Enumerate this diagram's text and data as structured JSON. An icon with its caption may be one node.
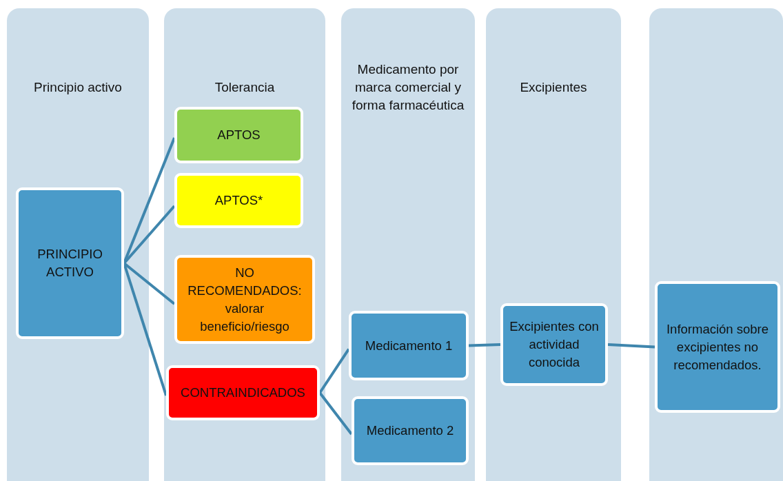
{
  "diagram": {
    "nodes": [
      {
        "text": [
          "Principio activo"
        ]
      },
      {
        "text": [
          "PRINCIPIO ACTIVO"
        ],
        "in": 0
      },
      {
        "text": [
          "Tolerancia"
        ]
      },
      {
        "text": [
          "APTOS"
        ],
        "in": 2
      },
      {
        "text": [
          "APTOS*"
        ],
        "in": 2
      },
      {
        "text": [
          "NO RECOMENDADOS: valorar beneficio/riesgo"
        ],
        "in": 2
      },
      {
        "text": [
          "CONTRAINDICADOS"
        ],
        "in": 2
      },
      {
        "text": [
          "Medicamento por marca comercial  y forma farmacéutica"
        ]
      },
      {
        "text": [
          "Medicamento 1"
        ],
        "in": 7
      },
      {
        "text": [
          "Medicamento 2"
        ],
        "in": 7
      },
      {
        "text": [
          "Excipientes"
        ]
      },
      {
        "text": [
          "Excipientes con actividad conocida"
        ],
        "in": 10
      },
      {
        "text": [],
        "shape": "box"
      },
      {
        "text": [
          "Información sobre excipientes no recomendados."
        ],
        "in": 12
      }
    ],
    "edges": [
      {
        "from": 1,
        "to": 3,
        "arrow": "none"
      },
      {
        "from": 1,
        "to": 4,
        "arrow": "none"
      },
      {
        "from": 1,
        "to": 5,
        "arrow": "none"
      },
      {
        "from": 1,
        "to": 6,
        "arrow": "none"
      },
      {
        "from": 6,
        "to": 8,
        "arrow": "none"
      },
      {
        "from": 6,
        "to": 9,
        "arrow": "none"
      },
      {
        "from": 8,
        "to": 11,
        "arrow": "none"
      },
      {
        "from": 11,
        "to": 13,
        "arrow": "none"
      }
    ]
  }
}
